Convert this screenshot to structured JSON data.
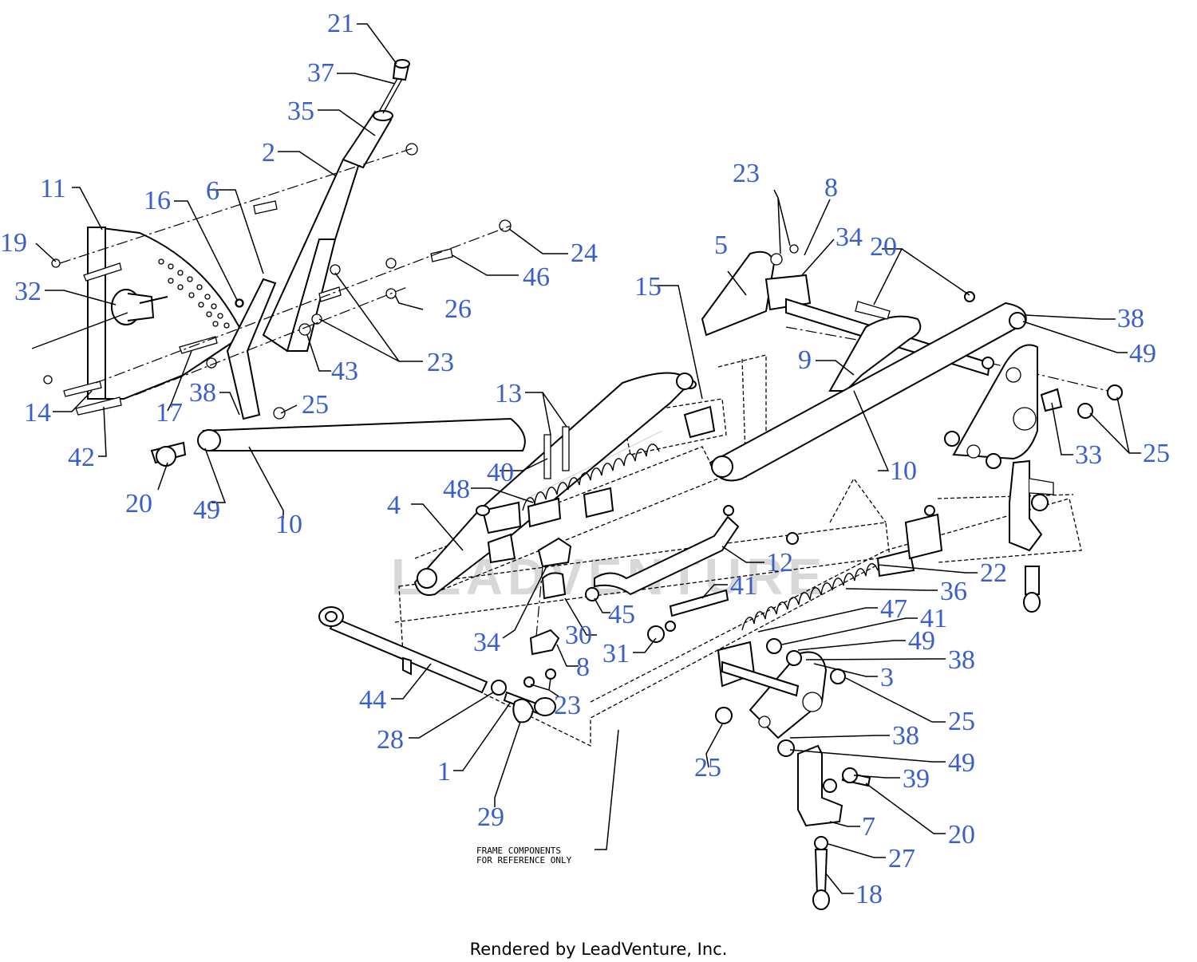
{
  "diagram": {
    "frame_note_line1": "FRAME COMPONENTS",
    "frame_note_line2": "FOR REFERENCE ONLY",
    "footer": "Rendered by LeadVenture, Inc.",
    "watermark": "LEADVENTURE",
    "callout_color": "#3a5fc8",
    "callouts": [
      "21",
      "37",
      "35",
      "2",
      "11",
      "16",
      "6",
      "19",
      "32",
      "14",
      "17",
      "38",
      "42",
      "20",
      "49",
      "10",
      "25",
      "43",
      "23",
      "26",
      "46",
      "24",
      "23",
      "8",
      "34",
      "5",
      "20",
      "15",
      "9",
      "38",
      "49",
      "10",
      "33",
      "25",
      "13",
      "40",
      "48",
      "4",
      "12",
      "41",
      "22",
      "36",
      "47",
      "41",
      "49",
      "38",
      "3",
      "25",
      "38",
      "49",
      "39",
      "20",
      "7",
      "27",
      "18",
      "45",
      "30",
      "31",
      "34",
      "8",
      "23",
      "44",
      "28",
      "1",
      "29",
      "25"
    ]
  }
}
